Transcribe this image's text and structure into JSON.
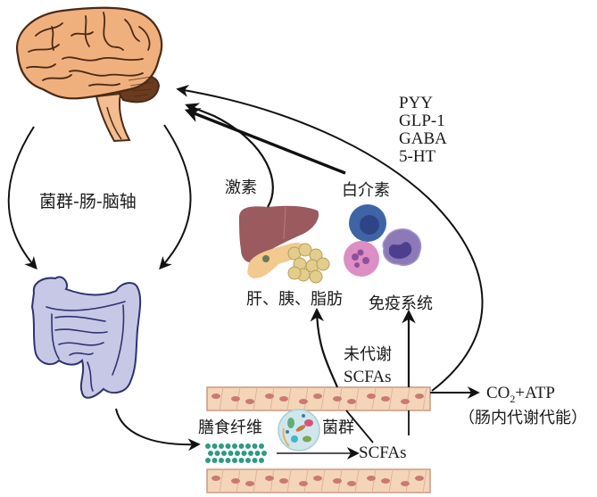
{
  "diagram": {
    "title": "菌群-肠-脑轴",
    "nodes": {
      "brain": {
        "name": "brain",
        "color": "#f0b07e",
        "outline": "#4a2a14"
      },
      "gut": {
        "name": "intestine",
        "color": "#c7c8e6",
        "outline": "#2f3270"
      },
      "organs": {
        "label": "肝、胰、脂肪",
        "liver_color": "#9a5a5e",
        "pancreas_color": "#f2c98e",
        "fat_color": "#e2cd8c"
      },
      "immune": {
        "label": "免疫系统",
        "cell_colors": [
          "#3f64a6",
          "#8d78b8",
          "#dc8fc4"
        ]
      },
      "fiber": {
        "label": "膳食纤维",
        "dot_color": "#2e9a86"
      },
      "microbiota": {
        "label": "菌群",
        "fill": "#cfe7ec"
      },
      "epithelium": {
        "cell_color": "#f5d5b8",
        "nucleus_color": "#c97a72",
        "border": "#c89a84"
      }
    },
    "labels": {
      "hormone": "激素",
      "interleukin": "白介素",
      "gut_peptides": [
        "PYY",
        "GLP-1",
        "GABA",
        "5-HT"
      ],
      "unmetabolized": [
        "未代谢",
        "SCFAs"
      ],
      "scfas": "SCFAs",
      "energy_main": "CO",
      "energy_sub": "2",
      "energy_rest": "+ATP",
      "energy_note": "（肠内代谢代能）"
    },
    "arrows": [
      {
        "from": "brain",
        "to": "gut",
        "side": "left"
      },
      {
        "from": "brain",
        "to": "gut",
        "side": "right"
      },
      {
        "from": "gut",
        "to": "microbiota"
      },
      {
        "from": "organs",
        "to": "brain",
        "label": "激素"
      },
      {
        "from": "immune",
        "to": "brain",
        "label": "白介素"
      },
      {
        "from": "epithelium",
        "to": "brain",
        "label": "PYY/GLP-1/GABA/5-HT"
      },
      {
        "from": "epithelium",
        "to": "organs",
        "label": "未代谢 SCFAs"
      },
      {
        "from": "epithelium",
        "to": "immune"
      },
      {
        "from": "fiber",
        "to": "scfas"
      },
      {
        "from": "epithelium",
        "to": "energy"
      }
    ]
  }
}
